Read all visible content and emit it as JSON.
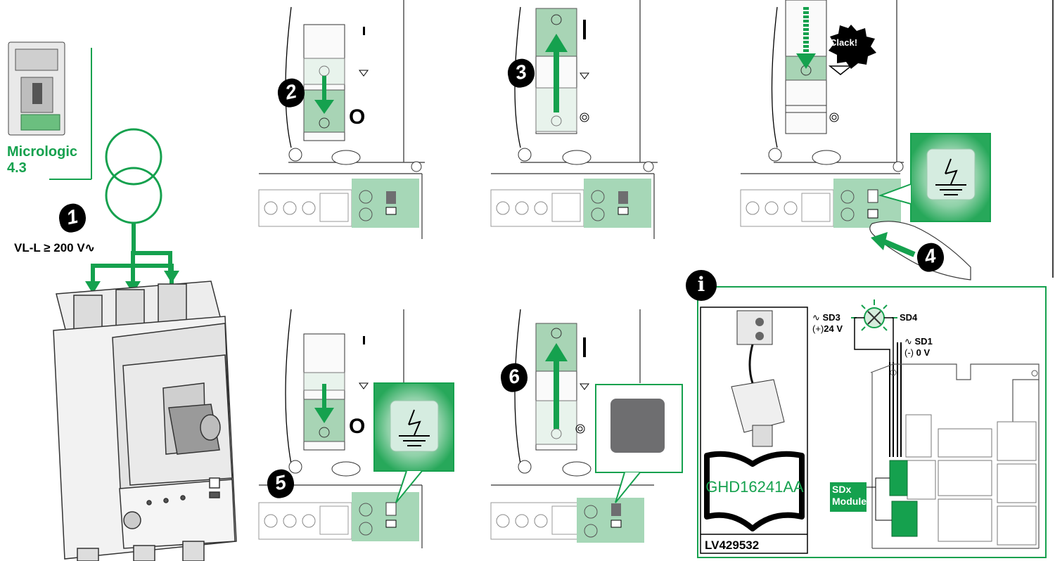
{
  "left": {
    "model_label": "Micrologic",
    "model_version": "4.3",
    "voltage_label": "VL-L ≥ 200 V∿"
  },
  "steps": [
    {
      "number": "1"
    },
    {
      "number": "2",
      "position_mark": "O"
    },
    {
      "number": "3"
    },
    {
      "number": "4",
      "sound_text": "Clack!"
    },
    {
      "number": "5",
      "position_mark": "O"
    },
    {
      "number": "6"
    }
  ],
  "info_panel": {
    "info_icon": "info-icon",
    "doc_ref": "GHD16241AA",
    "part_number": "LV429532",
    "module_label_1": "SDx",
    "module_label_2": "Module",
    "sd3_label": "SD3",
    "sd3_sign": "(+)",
    "sd3_voltage": "24 V",
    "sd4_label": "SD4",
    "sd1_label": "SD1",
    "sd1_sign": "(-)",
    "sd1_voltage": "0 V"
  },
  "colors": {
    "accent_green": "#15a14e",
    "light_green": "#9fd3b0",
    "dark_grey": "#6e6e70"
  }
}
